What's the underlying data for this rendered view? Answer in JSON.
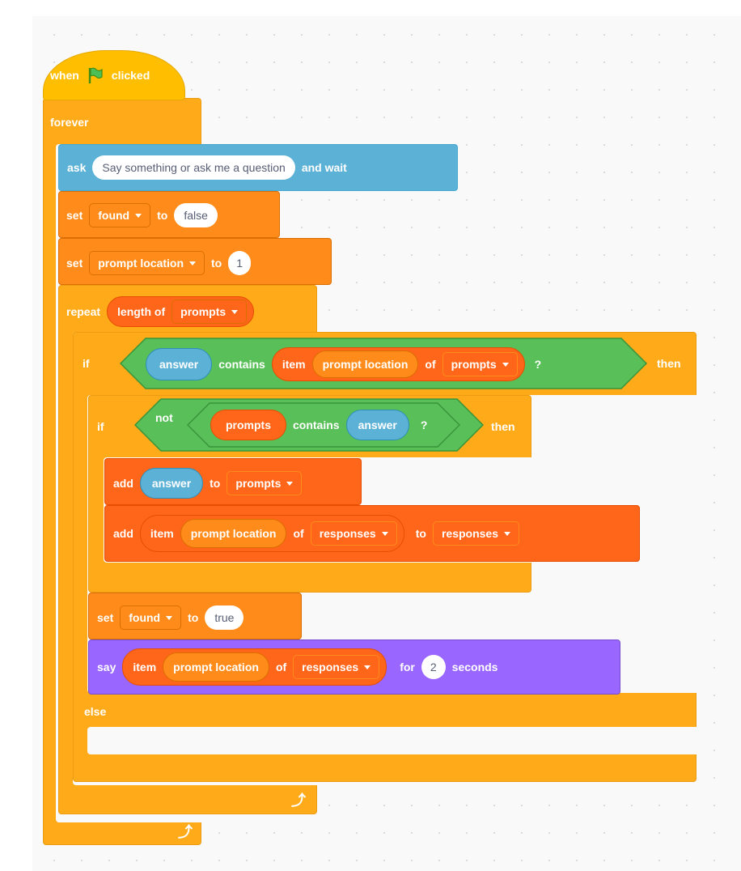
{
  "event": {
    "label_when": "when",
    "flag_icon": "green-flag-icon",
    "label_clicked": "clicked"
  },
  "forever": {
    "label": "forever"
  },
  "ask": {
    "label": "ask",
    "question": "Say something or ask me a question",
    "label_wait": "and wait"
  },
  "set_found_false": {
    "label_set": "set",
    "variable": "found",
    "label_to": "to",
    "value": "false"
  },
  "set_prompt_location": {
    "label_set": "set",
    "variable": "prompt location",
    "label_to": "to",
    "value": "1"
  },
  "repeat": {
    "label": "repeat",
    "label_length_of": "length of",
    "list": "prompts"
  },
  "if_outer": {
    "label_if": "if",
    "reporter_answer": "answer",
    "label_contains": "contains",
    "label_item": "item",
    "reporter_prompt_location": "prompt location",
    "label_of": "of",
    "list": "prompts",
    "label_question": "?",
    "label_then": "then",
    "label_else": "else"
  },
  "if_inner": {
    "label_if": "if",
    "label_not": "not",
    "reporter_prompts": "prompts",
    "label_contains": "contains",
    "reporter_answer": "answer",
    "label_question": "?",
    "label_then": "then"
  },
  "add_answer": {
    "label_add": "add",
    "reporter_answer": "answer",
    "label_to": "to",
    "list": "prompts"
  },
  "add_response": {
    "label_add": "add",
    "label_item": "item",
    "reporter_prompt_location": "prompt location",
    "label_of": "of",
    "list_source": "responses",
    "label_to": "to",
    "list_target": "responses"
  },
  "set_found_true": {
    "label_set": "set",
    "variable": "found",
    "label_to": "to",
    "value": "true"
  },
  "say": {
    "label_say": "say",
    "label_item": "item",
    "reporter_prompt_location": "prompt location",
    "label_of": "of",
    "list": "responses",
    "label_for": "for",
    "seconds": "2",
    "label_seconds": "seconds"
  },
  "loop_arrow_icon": "loop-arrow-icon",
  "colors": {
    "events": "#ffbf00",
    "control": "#ffab19",
    "sensing": "#5cb1d6",
    "variables": "#ff8c1a",
    "lists": "#ff661a",
    "looks": "#9966ff",
    "operators": "#59c059"
  }
}
